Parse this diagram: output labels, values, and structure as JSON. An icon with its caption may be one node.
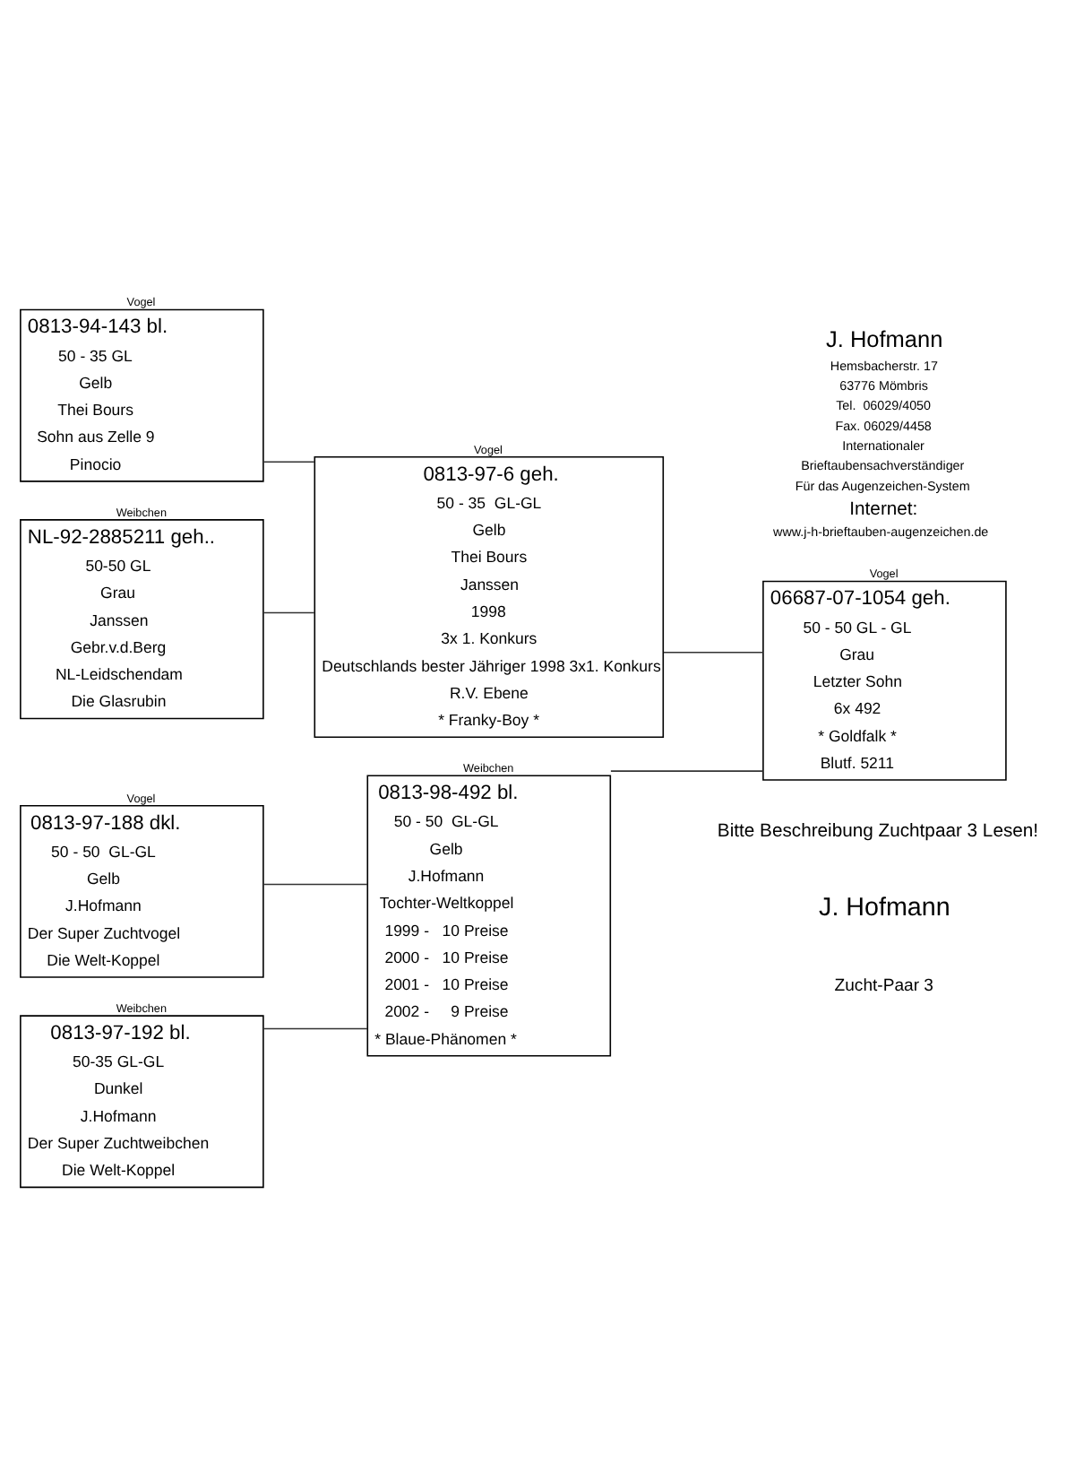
{
  "diagram": {
    "nodes": [
      {
        "text": [
          "Vogel",
          "0813-94-143 bl.",
          "50 - 35 GL",
          "Gelb",
          "Thei Bours",
          "Sohn aus Zelle 9",
          "Pinocio"
        ]
      },
      {
        "text": [
          "Weibchen",
          "NL-92-2885211 geh..",
          "50-50 GL",
          "Grau",
          "Janssen",
          "Gebr.v.d.Berg",
          "NL-Leidschendam",
          "Die Glasrubin"
        ]
      },
      {
        "text": [
          "Vogel",
          "0813-97-6 geh.",
          "50 - 35  GL-GL",
          "Gelb",
          "Thei Bours",
          "Janssen",
          "1998",
          "3x 1. Konkurs",
          "Deutschlands bester Jähriger 1998 3x1. Konkurs",
          "R.V. Ebene",
          "* Franky-Boy *"
        ]
      },
      {
        "text": [
          "Vogel",
          "0813-97-188 dkl.",
          "50 - 50  GL-GL",
          "Gelb",
          "J.Hofmann",
          "Der Super Zuchtvogel",
          "Die Welt-Koppel"
        ]
      },
      {
        "text": [
          "Weibchen",
          "0813-97-192 bl.",
          "50-35 GL-GL",
          "Dunkel",
          "J.Hofmann",
          "Der Super Zuchtweibchen",
          "Die Welt-Koppel"
        ]
      },
      {
        "text": [
          "Weibchen",
          "0813-98-492 bl.",
          "50 - 50  GL-GL",
          "Gelb",
          "J.Hofmann",
          "Tochter-Weltkoppel",
          "1999 -   10 Preise",
          "2000 -   10 Preise",
          "2001 -   10 Preise",
          "2002 -     9 Preise",
          "* Blaue-Phänomen *"
        ]
      },
      {
        "text": [
          "Vogel",
          "06687-07-1054 geh.",
          "50 - 50 GL - GL",
          "Grau",
          "Letzter Sohn",
          "6x 492",
          "* Goldfalk *",
          "Blutf. 5211"
        ]
      }
    ],
    "edges": [
      {
        "from": 0,
        "to": 2,
        "arrow": "none"
      },
      {
        "from": 1,
        "to": 2,
        "arrow": "none"
      },
      {
        "from": 3,
        "to": 5,
        "arrow": "none"
      },
      {
        "from": 4,
        "to": 5,
        "arrow": "none"
      },
      {
        "from": 2,
        "to": 6,
        "arrow": "none"
      },
      {
        "from": 5,
        "to": 6,
        "arrow": "none"
      }
    ],
    "labels": [
      "J. Hofmann",
      "Hemsbacherstr. 17",
      "63776 Mömbris",
      "Tel.  06029/4050",
      "Fax. 06029/4458",
      "Internationaler",
      "Brieftaubensachverständiger",
      "Für das Augenzeichen-System",
      "Internet:",
      "www.j-h-brieftauben-augenzeichen.de",
      "Bitte Beschreibung Zuchtpaar 3 Lesen!",
      "J. Hofmann",
      "Zucht-Paar 3"
    ]
  }
}
